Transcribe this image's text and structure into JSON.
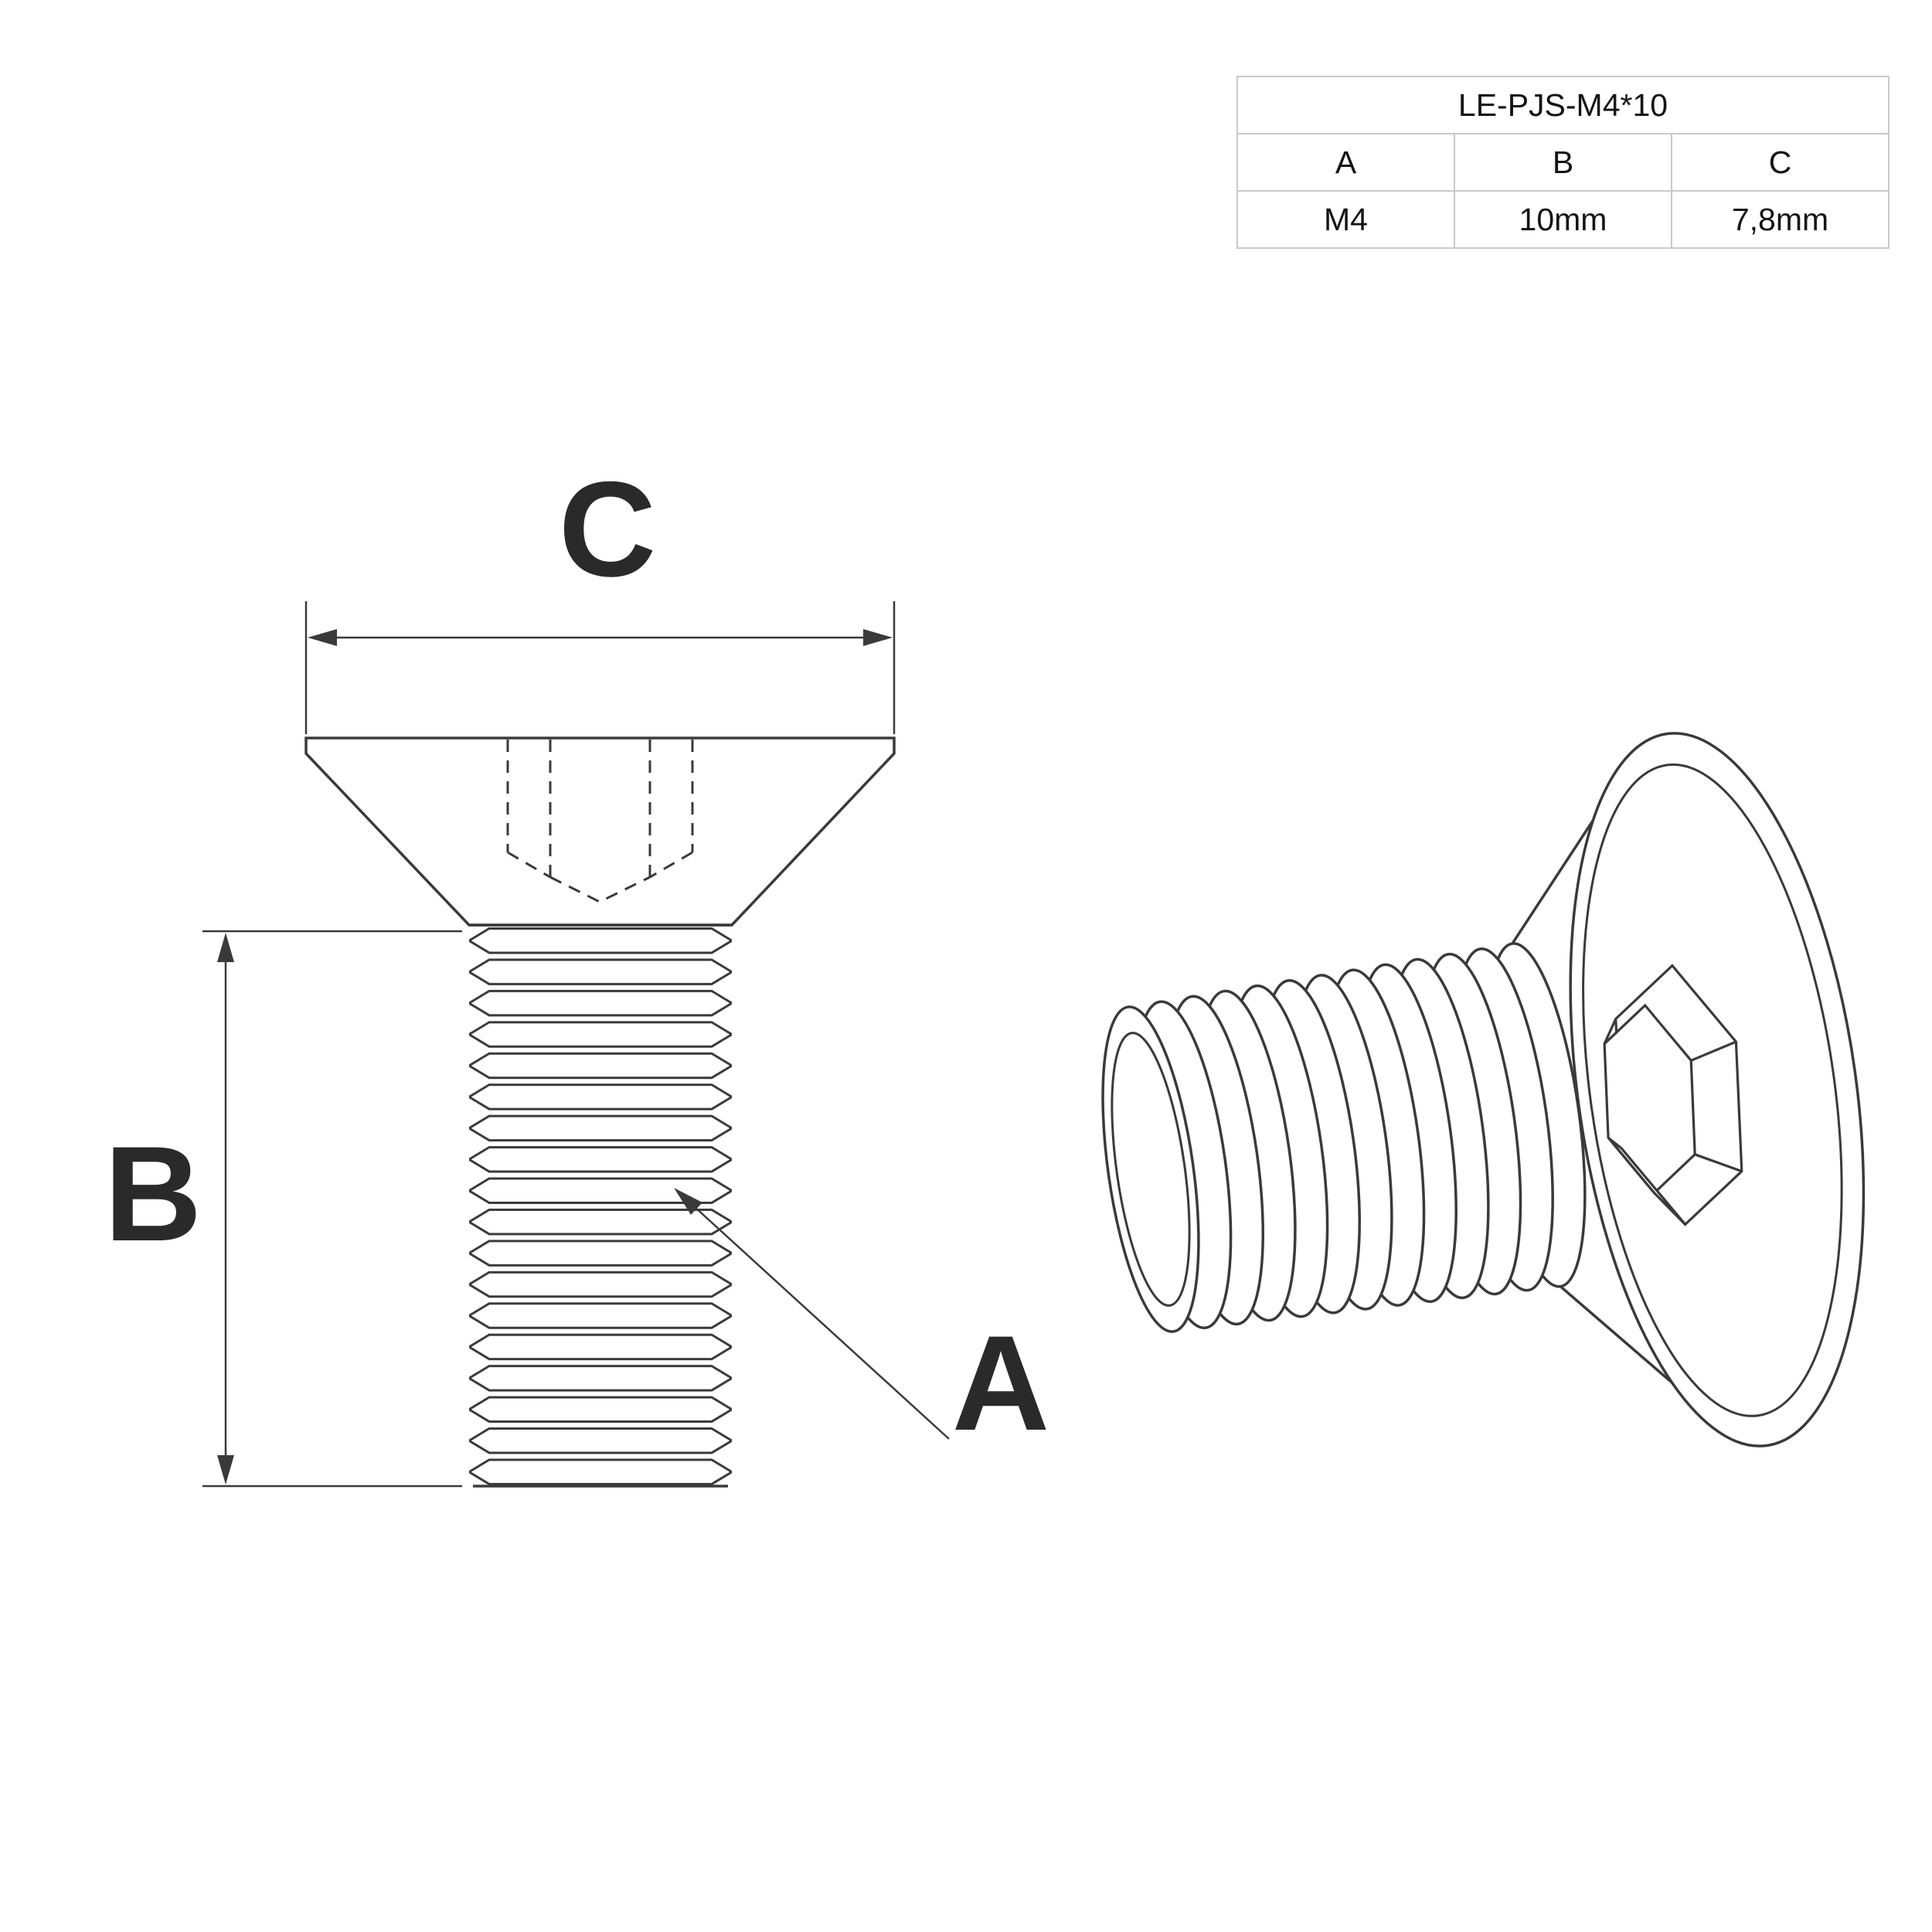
{
  "spec_table": {
    "title": "LE-PJS-M4*10",
    "columns": [
      "A",
      "B",
      "C"
    ],
    "values": [
      "M4",
      "10mm",
      "7,8mm"
    ]
  },
  "drawing_labels": {
    "a": "A",
    "b": "B",
    "c": "C"
  },
  "colors": {
    "line": "#3a3a3a",
    "table_border": "#c9c9c9",
    "text": "#141414"
  }
}
